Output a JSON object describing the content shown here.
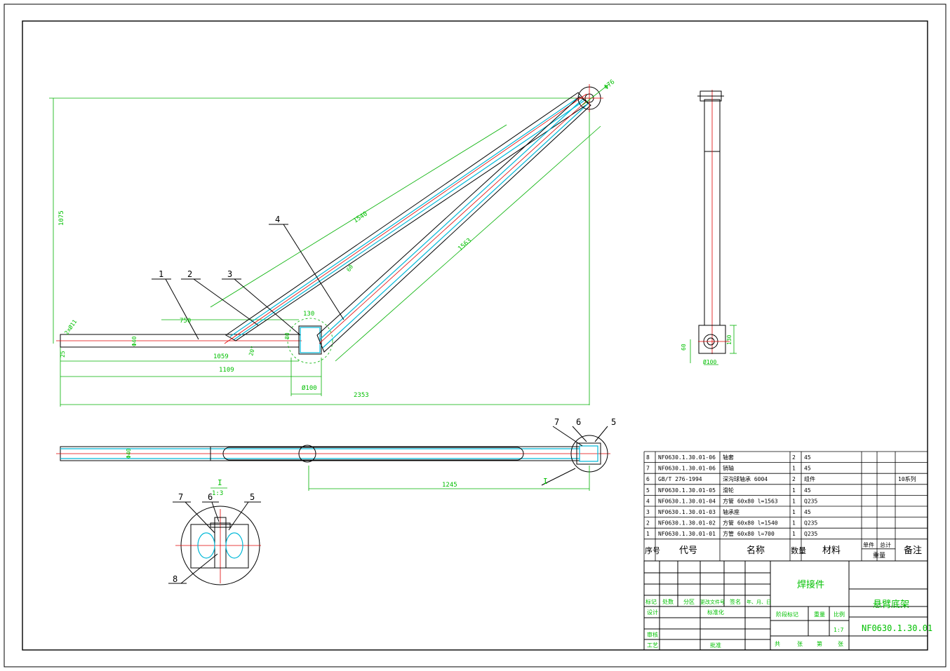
{
  "dimensions": {
    "d76": "Φ76",
    "d1075": "1075",
    "d1540": "1540",
    "d1563": "1563",
    "d750": "750",
    "d1059": "1059",
    "d1109": "1109",
    "d2353": "2353",
    "d100": "Ø100",
    "d130": "130",
    "d80": "80",
    "d60": "60",
    "d40": "Φ40",
    "d2x11": "2xØ11",
    "d25": "25",
    "d1245": "1245",
    "d130_side": "130",
    "d60_side": "60",
    "d100_side": "Ø100",
    "angle": "20°",
    "d40_plan": "Φ40"
  },
  "balloons": {
    "b1": "1",
    "b2": "2",
    "b3": "3",
    "b4": "4",
    "b5": "5",
    "b6": "6",
    "b7": "7",
    "b8": "8",
    "p5": "5",
    "p6": "6",
    "p7": "7",
    "pI": "I"
  },
  "detail": {
    "name": "I",
    "scale": "1:3"
  },
  "bom": {
    "rows": [
      {
        "no": "8",
        "code": "NF0630.1.30.01-06",
        "name": "轴套",
        "qty": "2",
        "mat": "45",
        "note": ""
      },
      {
        "no": "7",
        "code": "NF0630.1.30.01-06",
        "name": "销轴",
        "qty": "1",
        "mat": "45",
        "note": ""
      },
      {
        "no": "6",
        "code": "GB/T 276-1994",
        "name": "深沟球轴承 6004",
        "qty": "2",
        "mat": "组件",
        "note": "10系列"
      },
      {
        "no": "5",
        "code": "NF0630.1.30.01-05",
        "name": "滑轮",
        "qty": "1",
        "mat": "45",
        "note": ""
      },
      {
        "no": "4",
        "code": "NF0630.1.30.01-04",
        "name": "方管 60x80 l=1563",
        "qty": "1",
        "mat": "Q235",
        "note": ""
      },
      {
        "no": "3",
        "code": "NF0630.1.30.01-03",
        "name": "轴承座",
        "qty": "1",
        "mat": "45",
        "note": ""
      },
      {
        "no": "2",
        "code": "NF0630.1.30.01-02",
        "name": "方管 60x80 l=1540",
        "qty": "1",
        "mat": "Q235",
        "note": ""
      },
      {
        "no": "1",
        "code": "NF0630.1.30.01-01",
        "name": "方管 60x80 l=700",
        "qty": "1",
        "mat": "Q235",
        "note": ""
      }
    ],
    "header": {
      "no": "序号",
      "code": "代号",
      "name": "名称",
      "qty": "数量",
      "mat": "材料",
      "unit": "单件",
      "total": "总计",
      "weight": "重量",
      "note": "备注"
    }
  },
  "title_block": {
    "part_type": "焊接件",
    "drawing_name": "悬臂底架",
    "drawing_no": "NF0630.1.30.01",
    "labels": {
      "mark": "标记",
      "count": "处数",
      "zone": "分区",
      "doc": "更改文件号",
      "sign": "签名",
      "date": "年、月、日",
      "design": "设计",
      "standard": "标准化",
      "review": "审核",
      "process": "工艺",
      "approve": "批准",
      "stage": "阶段标记",
      "weight": "重量",
      "scale": "比例",
      "total": "共",
      "sheets": "张",
      "nth": "第",
      "sheet": "张"
    },
    "scale_value": "1:7"
  },
  "colors": {
    "dimension": "#00b000",
    "outline": "#000000",
    "centerline": "#e00000",
    "weld": "#00b8d8"
  }
}
